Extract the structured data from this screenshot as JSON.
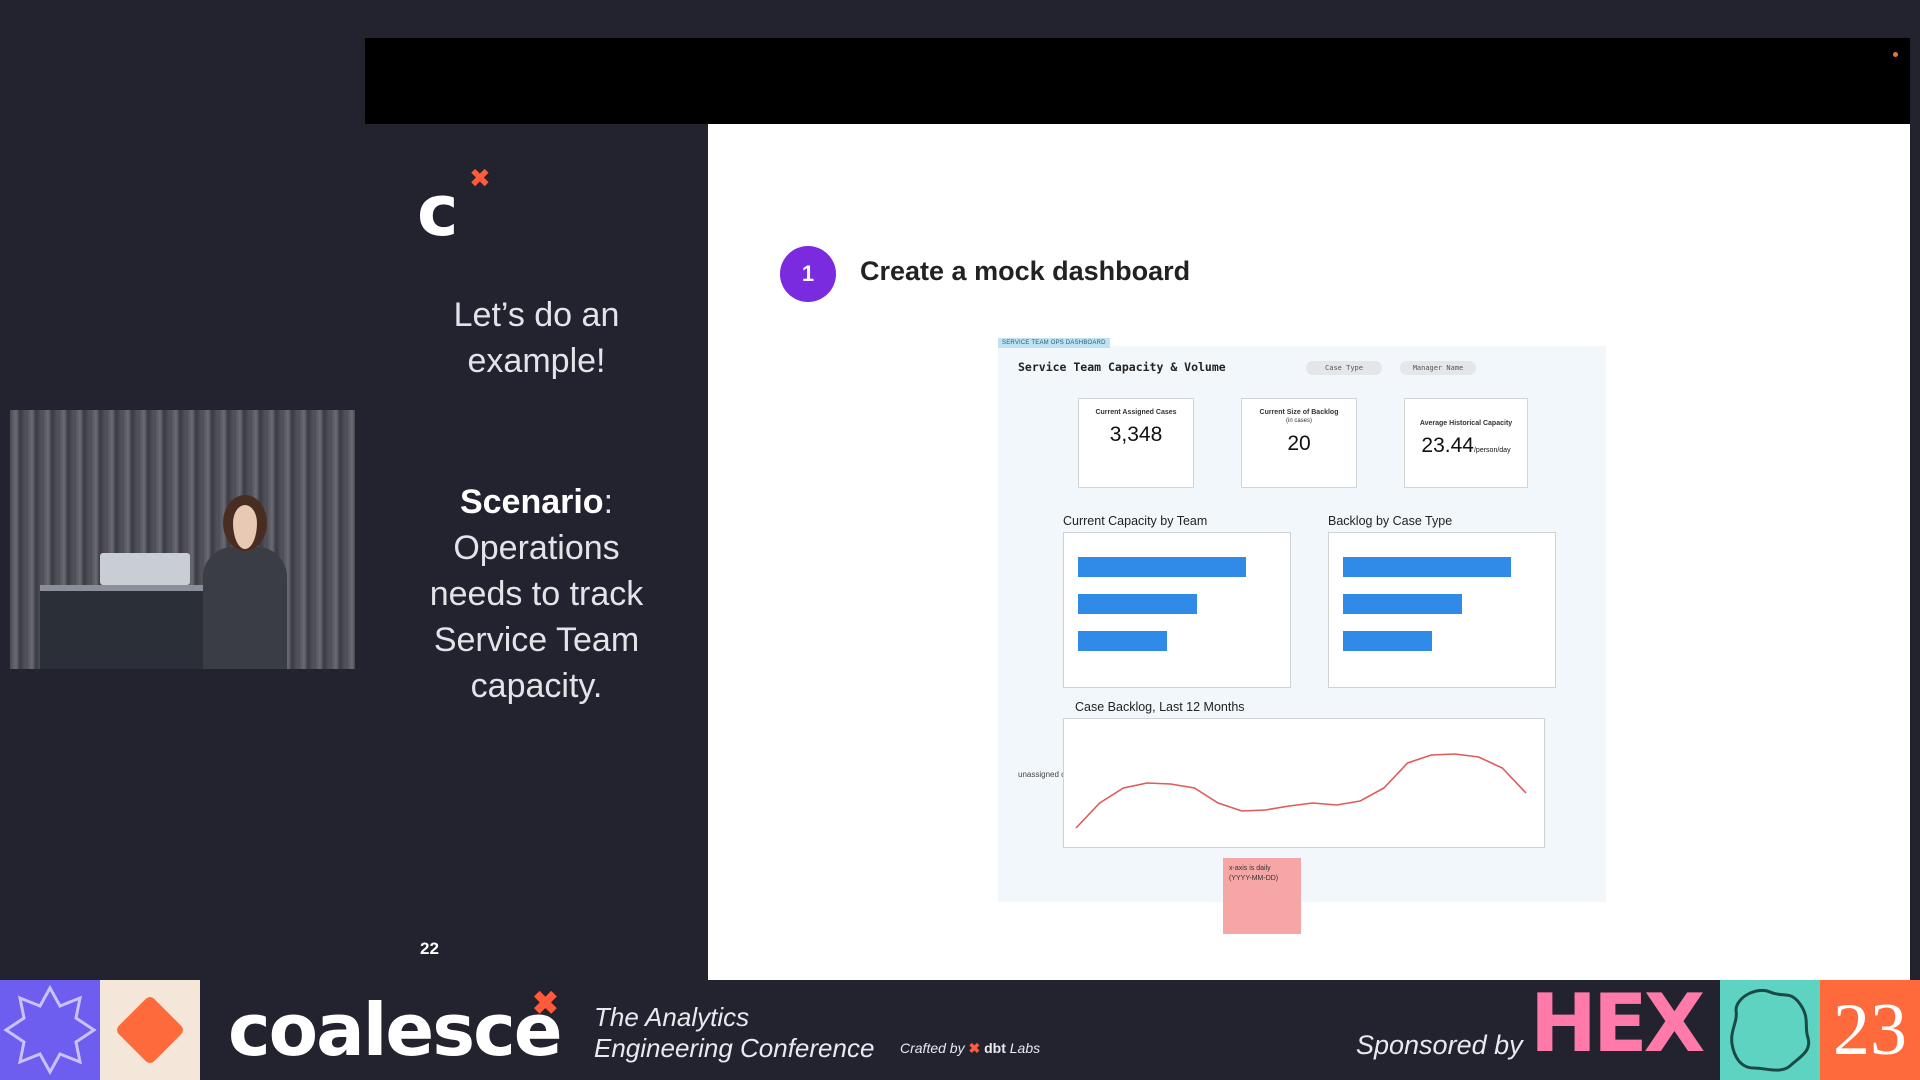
{
  "slide": {
    "intro_line1": "Let’s do an",
    "intro_line2": "example!",
    "scenario_label": "Scenario",
    "scenario_colon": ":",
    "scenario_line1": "Operations",
    "scenario_line2": "needs to track",
    "scenario_line3": "Service Team",
    "scenario_line4": "capacity.",
    "page_number": "22",
    "step_number": "1",
    "step_title": "Create a mock dashboard"
  },
  "mock_dashboard": {
    "tag": "SERVICE TEAM OPS DASHBOARD",
    "title": "Service Team Capacity & Volume",
    "filters": [
      "Case Type",
      "Manager Name"
    ],
    "kpis": [
      {
        "label": "Current Assigned Cases",
        "sublabel": "",
        "value": "3,348",
        "unit": ""
      },
      {
        "label": "Current Size of Backlog",
        "sublabel": "(in cases)",
        "value": "20",
        "unit": ""
      },
      {
        "label": "Average Historical Capacity",
        "sublabel": "",
        "value": "23.44",
        "unit": "/person/day"
      }
    ],
    "capacity_panel_title": "Current Capacity by Team",
    "capacity_bars": [
      1.0,
      0.71,
      0.53
    ],
    "backlog_panel_title": "Backlog by Case Type",
    "backlog_bars": [
      1.0,
      0.71,
      0.53
    ],
    "trend_title": "Case Backlog, Last 12 Months",
    "trend_ylabel": "unassigned cases",
    "trend_values": [
      5,
      30,
      45,
      50,
      49,
      45,
      30,
      22,
      23,
      27,
      30,
      28,
      32,
      45,
      70,
      78,
      79,
      76,
      65,
      40
    ],
    "sticky_note_line1": "x-axis is daily",
    "sticky_note_line2": "(YYYY-MM-DD)",
    "line_color": "#e0595b",
    "bar_color": "#2f8ae8"
  },
  "banner": {
    "brand": "coalesce",
    "tagline_line1": "The Analytics",
    "tagline_line2": "Engineering Conference",
    "crafted_by": "Crafted by",
    "crafted_company": "dbt",
    "crafted_company_suffix": "Labs",
    "sponsored_by": "Sponsored by",
    "sponsor": "HEX",
    "year": "23"
  }
}
